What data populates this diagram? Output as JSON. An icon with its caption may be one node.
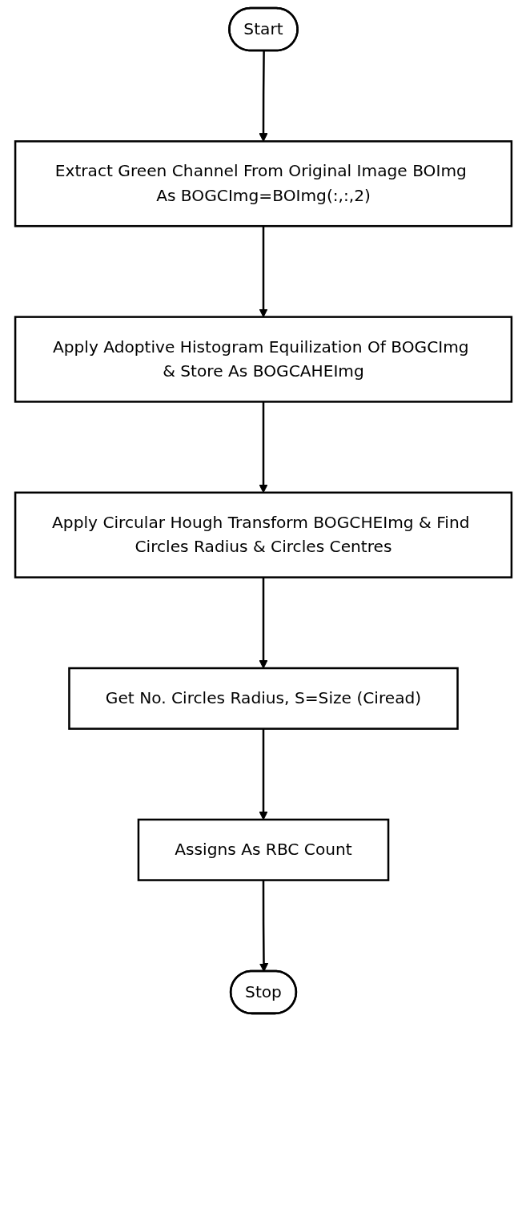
{
  "diagram": {
    "nodes": [
      {
        "text": [
          "Start"
        ]
      },
      {
        "text": [
          "Extract Green Channel From Original Image BOImg As BOGCImg=BOImg(:,:,2)"
        ]
      },
      {
        "text": [
          "Apply Adoptive Histogram Equilization Of BOGCImg & Store As BOGCAHEImg"
        ]
      },
      {
        "text": [
          "Apply Circular Hough Transform BOGCHEImg & Find Circles Radius & Circles Centres"
        ]
      },
      {
        "text": [
          "Get No. Circles Radius, S=Size (Ciread)"
        ]
      },
      {
        "text": [
          "Assigns As RBC Count"
        ]
      },
      {
        "text": [
          "Stop"
        ]
      }
    ],
    "edges": [
      {
        "from": 0,
        "to": 1,
        "arrow": "to"
      },
      {
        "from": 1,
        "to": 2,
        "arrow": "to"
      },
      {
        "from": 2,
        "to": 3,
        "arrow": "to"
      },
      {
        "from": 3,
        "to": 4,
        "arrow": "to"
      },
      {
        "from": 4,
        "to": 5,
        "arrow": "to"
      },
      {
        "from": 5,
        "to": 6,
        "arrow": "to"
      }
    ]
  }
}
